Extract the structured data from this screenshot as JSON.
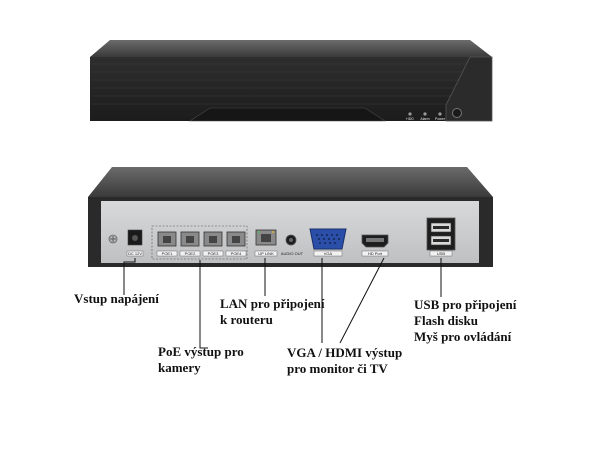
{
  "front_panel": {
    "indicators": [
      "HDD",
      "Alarm",
      "Power"
    ]
  },
  "rear_panel": {
    "port_labels": {
      "dc": "DC 12V",
      "poe": [
        "POE1",
        "POE2",
        "POE3",
        "POE4"
      ],
      "uplink": "UP LINK",
      "audio": "AUDIO OUT",
      "vga": "VGA",
      "hdmi": "HD Port",
      "usb": "USB"
    }
  },
  "callouts": {
    "power": "Vstup napájení",
    "lan_line1": "LAN pro připojení",
    "lan_line2": "k routeru",
    "poe_line1": "PoE výstup pro",
    "poe_line2": "kamery",
    "video_line1": "VGA / HDMI výstup",
    "video_line2": "pro monitor či TV",
    "usb_line1": "USB pro připojení",
    "usb_line2": "Flash disku",
    "usb_line3": "Myš pro ovládání"
  },
  "colors": {
    "chassis": "#2a2a2a",
    "panel": "#c9cacc",
    "port": "#8a8a8a",
    "vga_blue": "#2b4fa8",
    "line": "#111111"
  }
}
